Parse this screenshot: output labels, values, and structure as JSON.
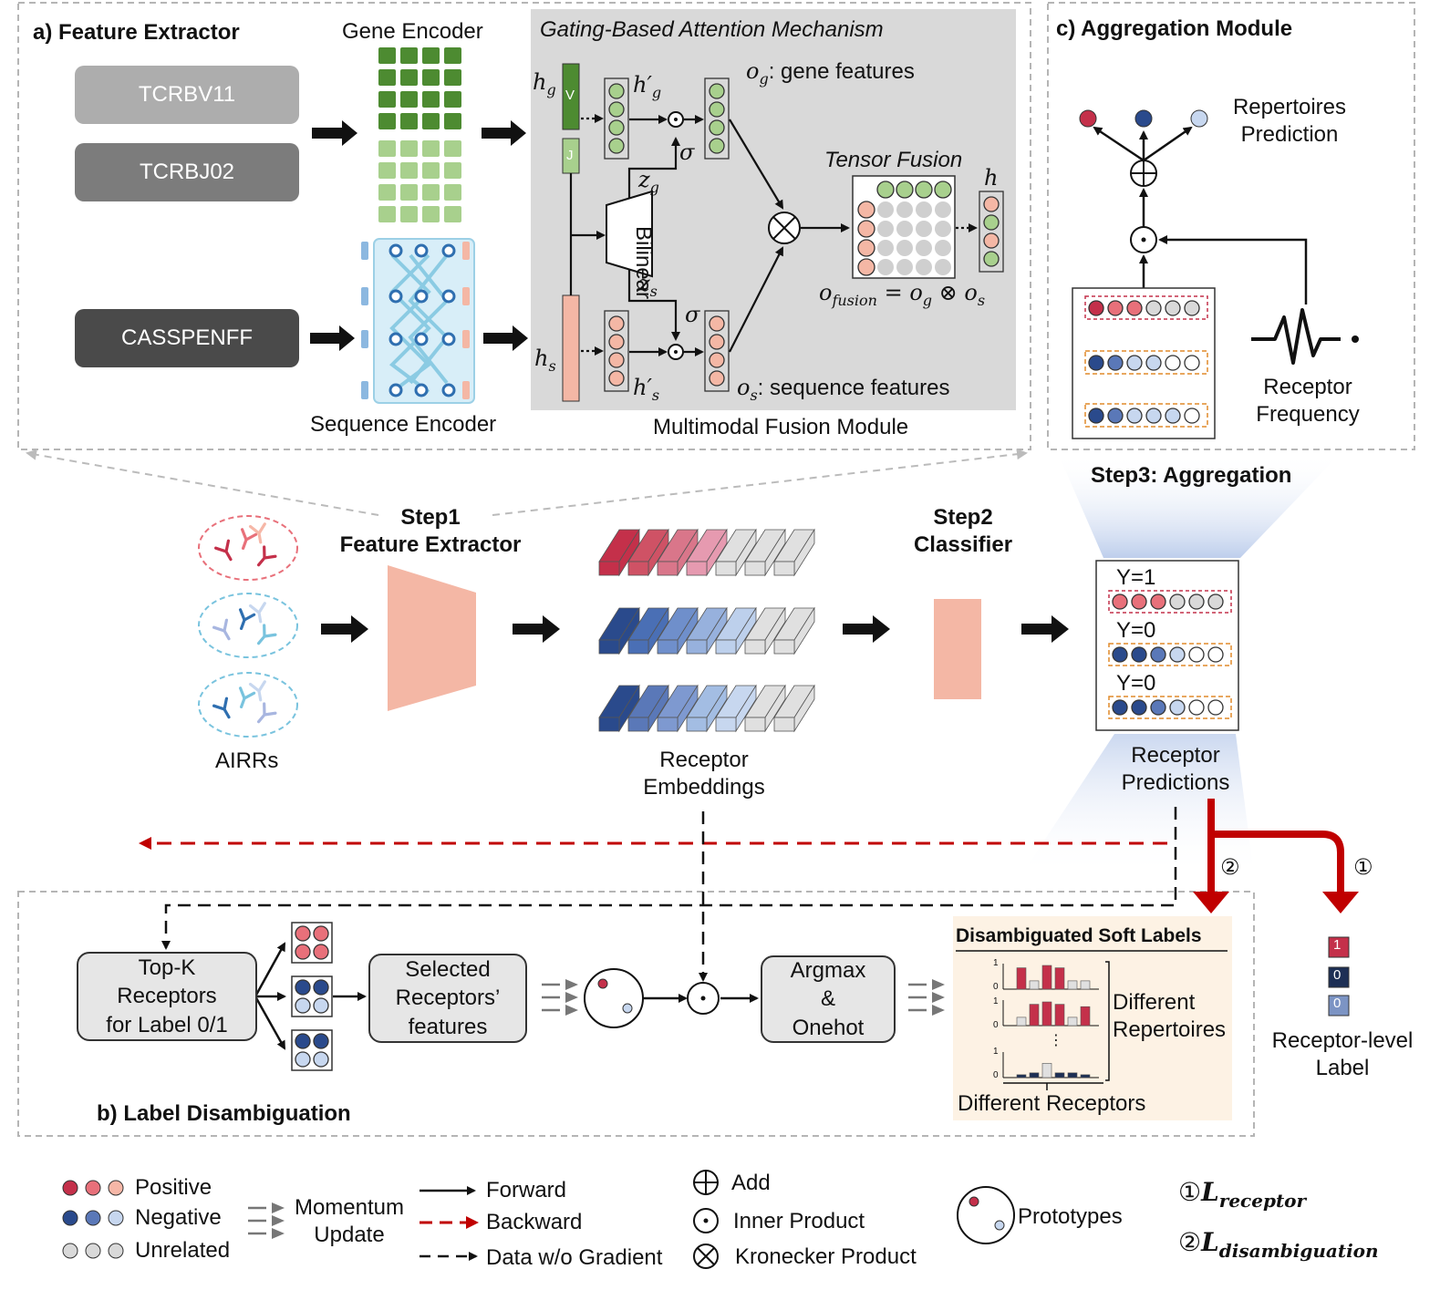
{
  "colors": {
    "pos_dark": "#c4304a",
    "pos_mid": "#e8707a",
    "pos_light": "#f6b7a7",
    "neg_dark": "#2a4a8c",
    "neg_mid": "#5a78b8",
    "neg_light": "#c7d7ef",
    "unrelated": "#d9d9d9",
    "gene_dark": "#4d8b31",
    "gene_light": "#a8d08d",
    "salmon": "#f4b7a5",
    "backward": "#c00000"
  },
  "panel_a": {
    "title": "a) Feature Extractor",
    "gene_encoder": "Gene Encoder",
    "sequence_encoder": "Sequence Encoder",
    "v_gene": "TCRBV11",
    "j_gene": "TCRBJ02",
    "cdr3": "CASSPENFF",
    "gating_title": "Gating-Based Attention Mechanism",
    "fusion_module": "Multimodal Fusion Module",
    "h_g": "h",
    "h_g_sub": "g",
    "h_s": "h",
    "h_s_sub": "s",
    "hp_g": "h′",
    "hp_g_sub": "g",
    "hp_s": "h′",
    "hp_s_sub": "s",
    "v_letter": "V",
    "j_letter": "J",
    "z_g": "z",
    "z_g_sub": "g",
    "z_s": "z",
    "z_s_sub": "s",
    "sigma": "σ",
    "bilinear": "Bilinear",
    "o_g_label": "o",
    "o_g_sub": "g",
    "o_g_text": ": gene features",
    "o_s_label": "o",
    "o_s_sub": "s",
    "o_s_text": ": sequence features",
    "tensor_fusion": "Tensor Fusion",
    "h_out": "h",
    "fusion_eq": "o",
    "fusion_eq_sub": "fusion",
    "fusion_eq_rest": " = o",
    "fusion_eq_rest_sub": "g",
    "fusion_eq_tail": " ⊗ o",
    "fusion_eq_tail_sub": "s"
  },
  "panel_c": {
    "title": "c) Aggregation Module",
    "repertoires_prediction": [
      "Repertoires",
      "Prediction"
    ],
    "receptor_frequency": [
      "Receptor",
      "Frequency"
    ]
  },
  "pipeline": {
    "step1": [
      "Step1",
      "Feature Extractor"
    ],
    "step2": [
      "Step2",
      "Classifier"
    ],
    "step3": "Step3: Aggregation",
    "airrs": "AIRRs",
    "receptor_embeddings": [
      "Receptor",
      "Embeddings"
    ],
    "receptor_predictions": [
      "Receptor",
      "Predictions"
    ],
    "pred_rows": [
      "Y=1",
      "Y=0",
      "Y=0"
    ],
    "circle_one": "①",
    "circle_two": "②"
  },
  "panel_b": {
    "title": "b) Label Disambiguation",
    "topk": [
      "Top-K",
      "Receptors",
      "for Label 0/1"
    ],
    "selected": [
      "Selected",
      "Receptors’",
      "features"
    ],
    "argmax": [
      "Argmax",
      "&",
      "Onehot"
    ],
    "soft_labels_title": "Disambiguated Soft Labels",
    "different_repertoires": [
      "Different",
      "Repertoires"
    ],
    "different_receptors": "Different Receptors",
    "axis_one": "1",
    "axis_zero": "0",
    "ellipsis": "⋮"
  },
  "receptor_level": {
    "labels": [
      "1",
      "0",
      "0"
    ],
    "caption": [
      "Receptor-level",
      "Label"
    ]
  },
  "legend": {
    "positive": "Positive",
    "negative": "Negative",
    "unrelated": "Unrelated",
    "momentum": [
      "Momentum",
      "Update"
    ],
    "forward": "Forward",
    "backward": "Backward",
    "data_wo_gradient": "Data w/o Gradient",
    "add": "Add",
    "inner_product": "Inner Product",
    "kronecker": "Kronecker Product",
    "prototypes": "Prototypes",
    "loss1_mark": "①",
    "loss1": "L",
    "loss1_sub": "receptor",
    "loss2_mark": "②",
    "loss2": "L",
    "loss2_sub": "disambiguation"
  }
}
